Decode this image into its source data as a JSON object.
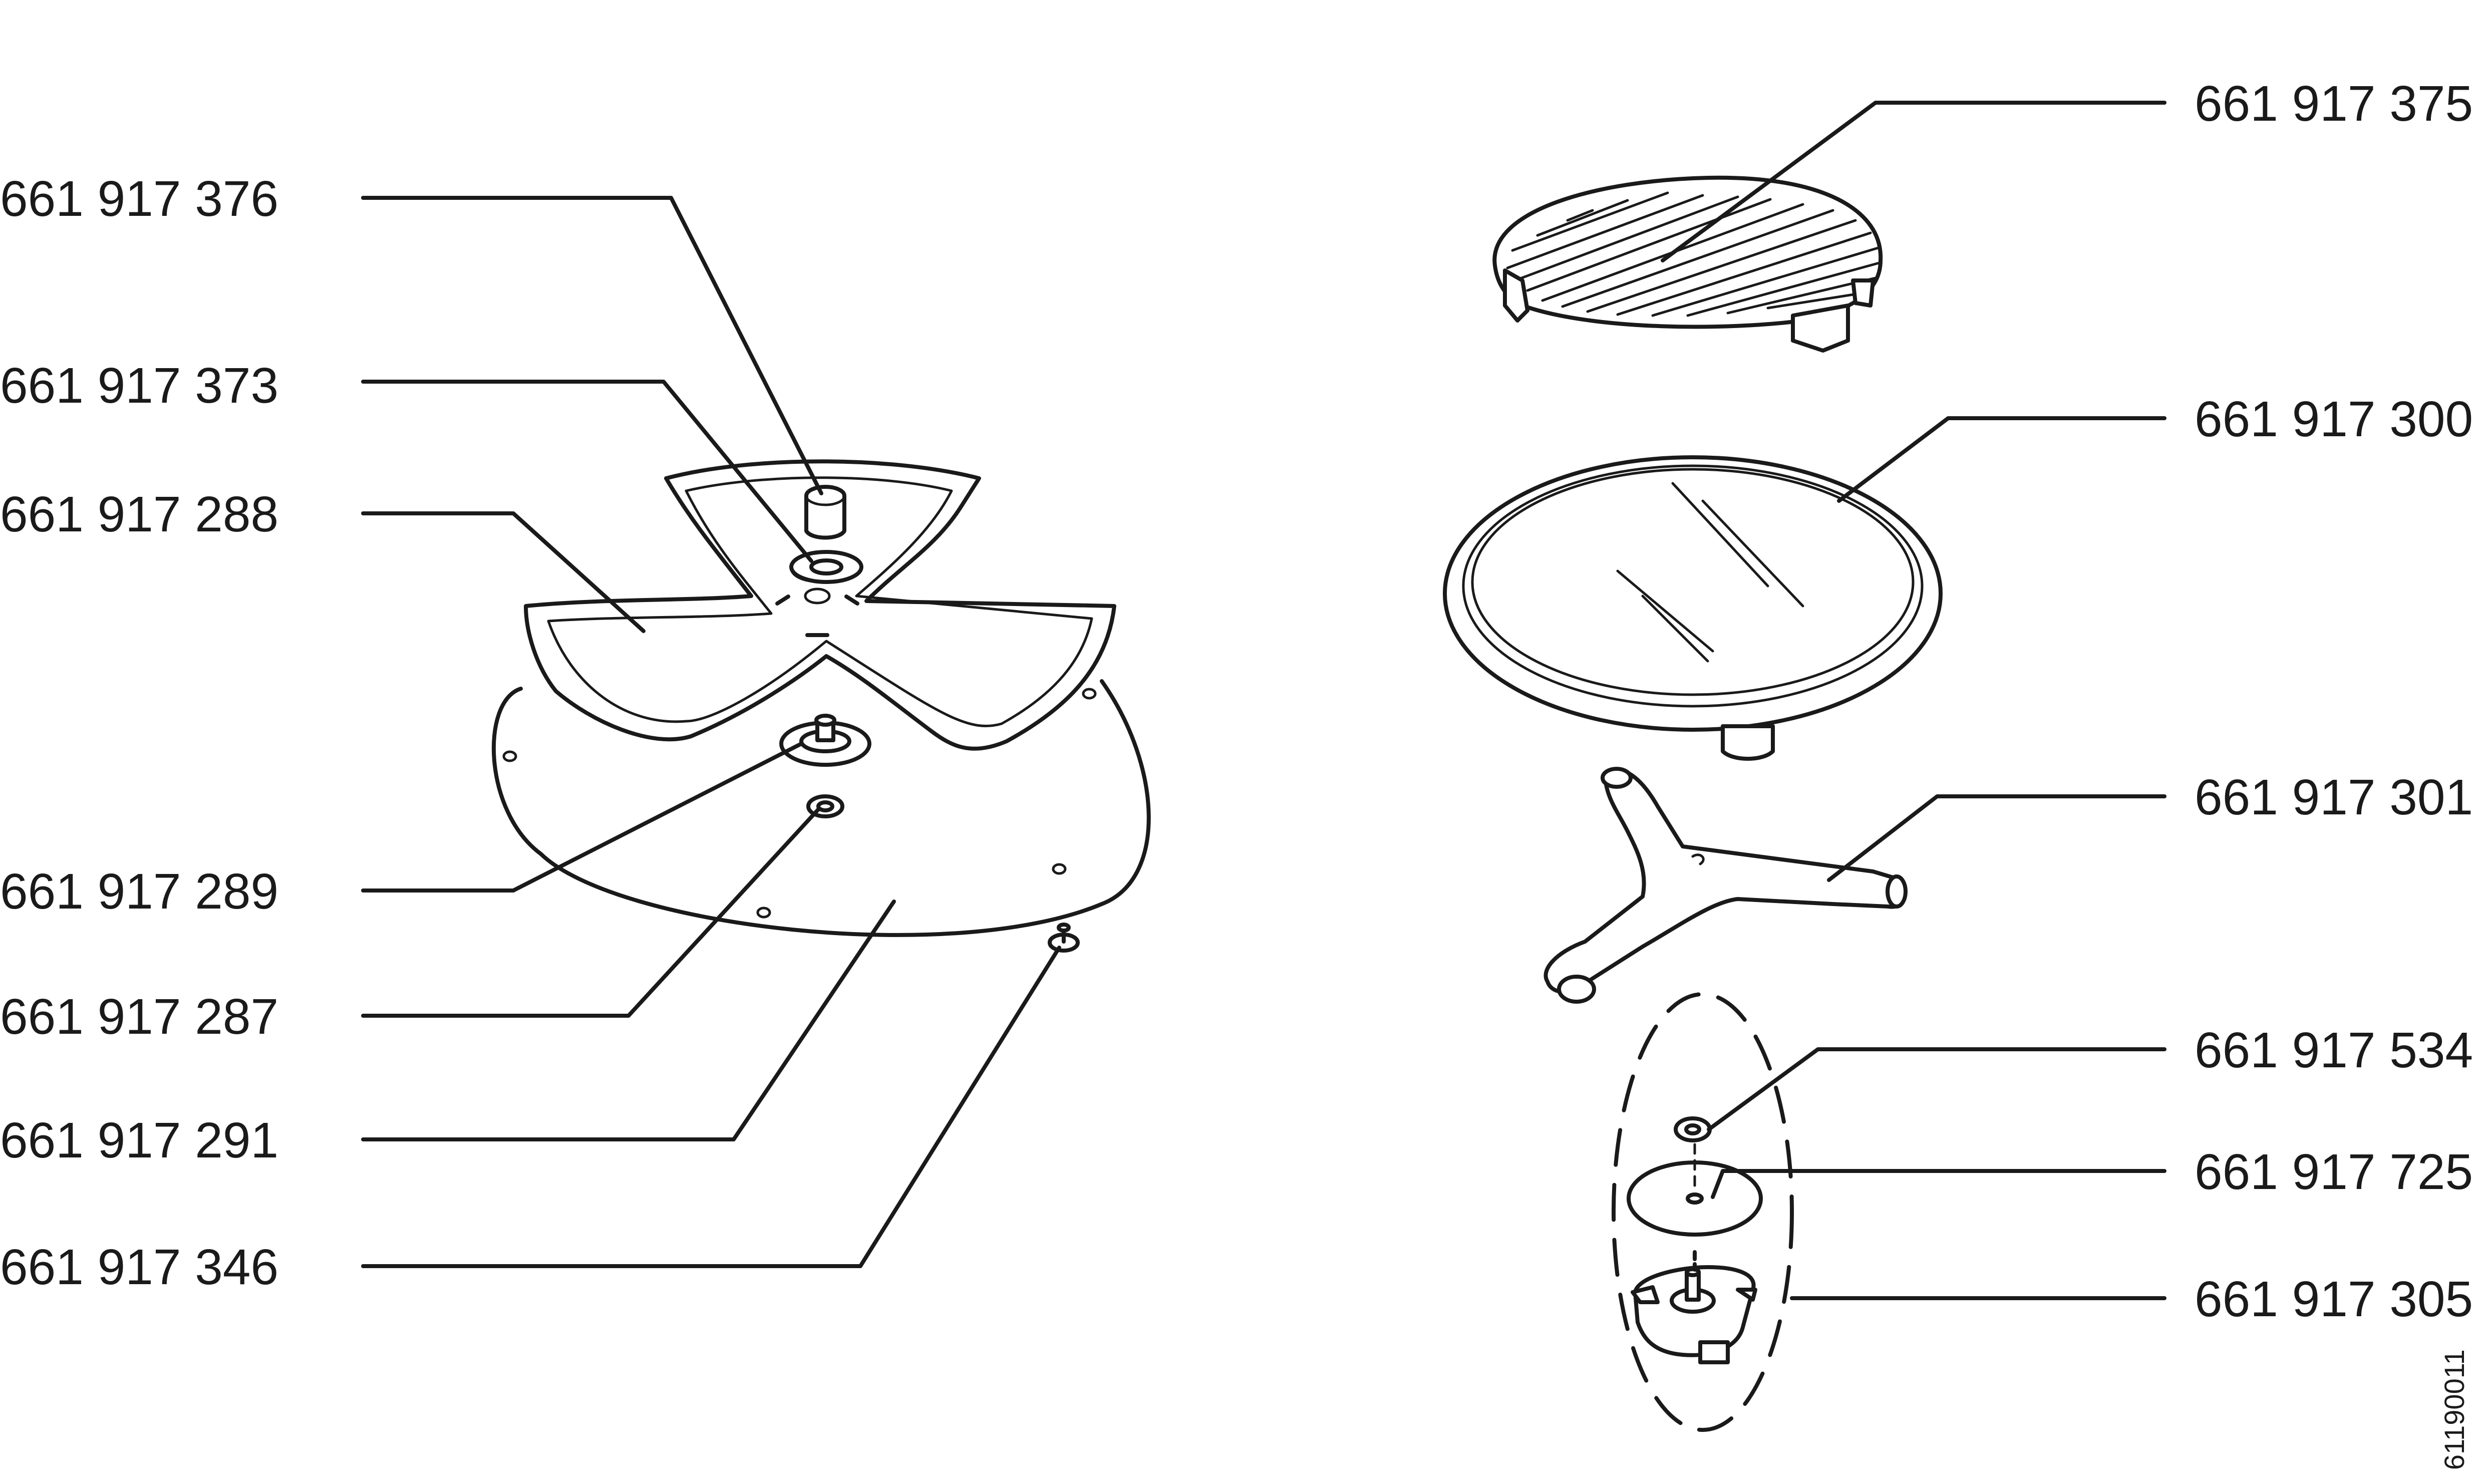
{
  "left_parts": [
    {
      "code": "661 917 376"
    },
    {
      "code": "661 917 373"
    },
    {
      "code": "661 917 288"
    },
    {
      "code": "661 917 289"
    },
    {
      "code": "661 917 287"
    },
    {
      "code": "661 917 291"
    },
    {
      "code": "661 917 346"
    }
  ],
  "right_parts": [
    {
      "code": "661 917 375"
    },
    {
      "code": "661 917 300"
    },
    {
      "code": "661 917 301"
    },
    {
      "code": "661 917 534"
    },
    {
      "code": "661 917 725"
    },
    {
      "code": "661 917 305"
    }
  ],
  "drawing_code": "61190011",
  "colors": {
    "ink": "#1a1a1a",
    "background": "#ffffff"
  }
}
